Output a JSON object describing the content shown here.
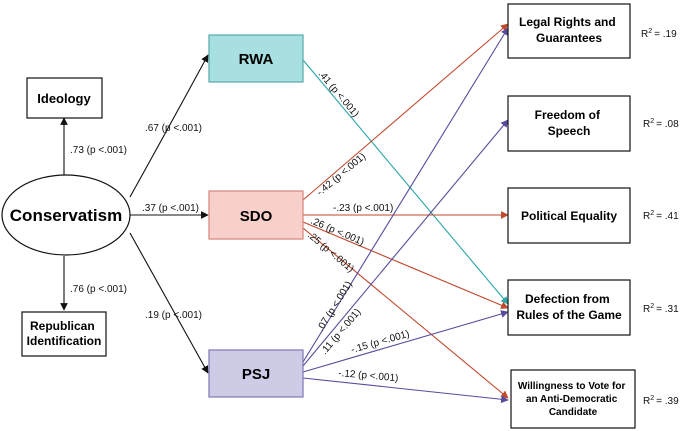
{
  "nodes": {
    "conservatism": "Conservatism",
    "ideology": "Ideology",
    "republican": [
      "Republican",
      "Identification"
    ],
    "rwa": "RWA",
    "sdo": "SDO",
    "psj": "PSJ",
    "legal_rights": [
      "Legal Rights and",
      "Guarantees"
    ],
    "freedom_speech": [
      "Freedom of",
      "Speech"
    ],
    "political_equality": "Political Equality",
    "defection": [
      "Defection from",
      "Rules of the Game"
    ],
    "willingness": [
      "Willingness to Vote for",
      "an Anti-Democratic",
      "Candidate"
    ]
  },
  "r_squared": {
    "prefix": "R",
    "legal_rights": "= .19",
    "freedom_speech": "= .08",
    "political_equality": "= .41",
    "defection": "= .31",
    "willingness": "= .39"
  },
  "paths": {
    "cons_ideology": ".73 (p <.001)",
    "cons_republican": ".76 (p <.001)",
    "cons_rwa": ".67 (p <.001)",
    "cons_sdo": ".37 (p <.001)",
    "cons_psj": ".19 (p <.001)",
    "rwa_defection": ".41 (p <.001)",
    "sdo_legal": "-.42 (p <.001)",
    "sdo_equality": "-.23 (p <.001)",
    "sdo_defection": ".26 (p <.001)",
    "sdo_willingness": ".25 (p <.001)",
    "psj_legal": ".07 (p <.001)",
    "psj_speech": ".11 (p <.001)",
    "psj_defection": "-.15 (p <.001)",
    "psj_willingness": "-.12 (p <.001)"
  },
  "colors": {
    "black": "#111111",
    "rwa_fill": "#a8dfe0",
    "rwa_stroke": "#56a9ab",
    "sdo_fill": "#f7cfcb",
    "sdo_stroke": "#d98479",
    "psj_fill": "#cdcbe6",
    "psj_stroke": "#7c77b2",
    "teal_line": "#2aa6a6",
    "red_line": "#c0492b",
    "purple_line": "#554c9c"
  }
}
